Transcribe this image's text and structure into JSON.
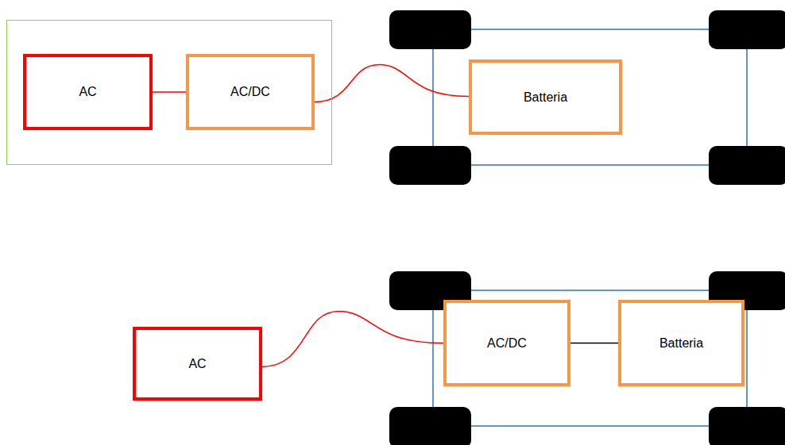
{
  "diagram": {
    "nodes": [
      {
        "text": []
      },
      {
        "text": [
          "AC"
        ],
        "in": 0
      },
      {
        "text": [
          "AC/DC"
        ],
        "in": 0
      },
      {
        "text": [
          "Batteria"
        ]
      },
      {
        "text": [
          "AC"
        ]
      },
      {
        "text": [
          "AC/DC"
        ]
      },
      {
        "text": [
          "Batteria"
        ]
      }
    ],
    "edges": [
      {
        "from": 1,
        "to": 2,
        "arrow": "none"
      },
      {
        "from": 2,
        "to": 3,
        "arrow": "none"
      },
      {
        "from": 4,
        "to": 5,
        "arrow": "none"
      },
      {
        "from": 5,
        "to": 6,
        "arrow": "none"
      }
    ]
  }
}
